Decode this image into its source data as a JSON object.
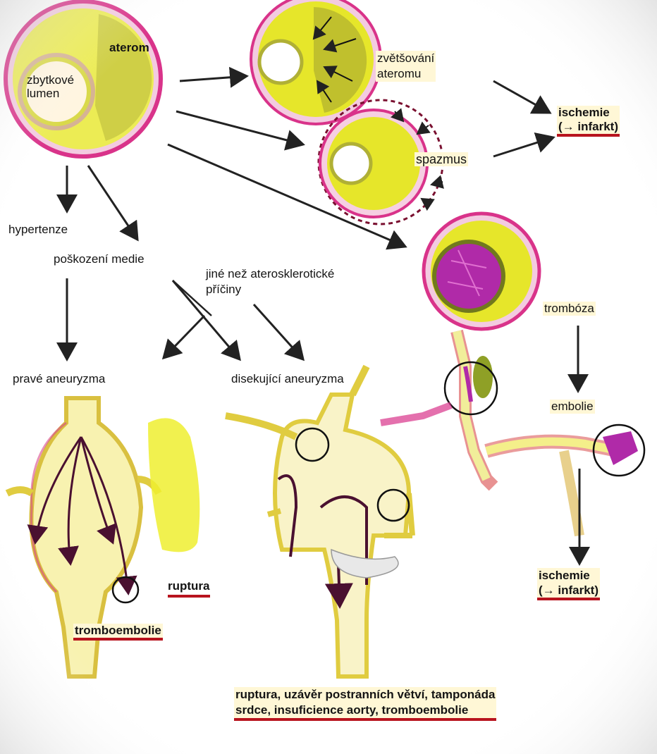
{
  "labels": {
    "aterom": "aterom",
    "zbytkove_lumen": "zbytkové\nlumen",
    "zvetsovani": "zvětšování\nateromu",
    "ischemie_top": "ischemie\n(→ infarkt)",
    "spazmus": "spazmus",
    "hypertenze": "hypertenze",
    "poskozeni": "poškození medie",
    "jine": "jiné než aterosklerotické\npříčiny",
    "tromboza": "trombóza",
    "prave": "pravé aneuryzma",
    "disekujici": "disekující aneuryzma",
    "embolie": "embolie",
    "ruptura": "ruptura",
    "ischemie_bottom": "ischemie\n(→ infarkt)",
    "tromboembolie": "tromboembolie",
    "bottom_outcomes": "ruptura, uzávěr postranních větví, tamponáda\nsrdce, insuficience aorty, tromboembolie"
  },
  "colors": {
    "plaque": "#e6e62a",
    "vessel_wall": "#d9338a",
    "thrombus": "#b02aa8",
    "underline": "#b8141e",
    "arrow": "#222222",
    "blood": "#a8121e"
  }
}
